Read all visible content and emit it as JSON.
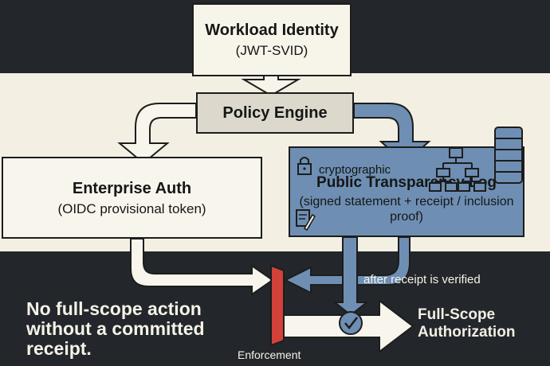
{
  "nodes": {
    "workload": {
      "title": "Workload Identity",
      "sub": "(JWT-SVID)"
    },
    "policy": {
      "title": "Policy Engine"
    },
    "enterprise": {
      "title": "Enterprise Auth",
      "sub": "(OIDC provisional token)"
    },
    "translog": {
      "badge": "cryptographic",
      "title": "Public Transparency Log",
      "sub": "(signed statement + receipt / inclusion proof)"
    },
    "fullscope": {
      "title": "Full-Scope Authorization"
    },
    "enforcement": {
      "label": "Enforcement"
    }
  },
  "edges": {
    "receipt_label": "after receipt is verified"
  },
  "caption": "No full-scope action without a committed receipt.",
  "colors": {
    "dark": "#23272b",
    "cream": "#f3efe3",
    "blue": "#6e8fb3",
    "red": "#d2413a",
    "gray": "#dcd9cc"
  },
  "icons": [
    "lock-icon",
    "edit-document-icon",
    "hierarchy-tree-icon",
    "database-icon",
    "checkmark-circle-icon"
  ]
}
